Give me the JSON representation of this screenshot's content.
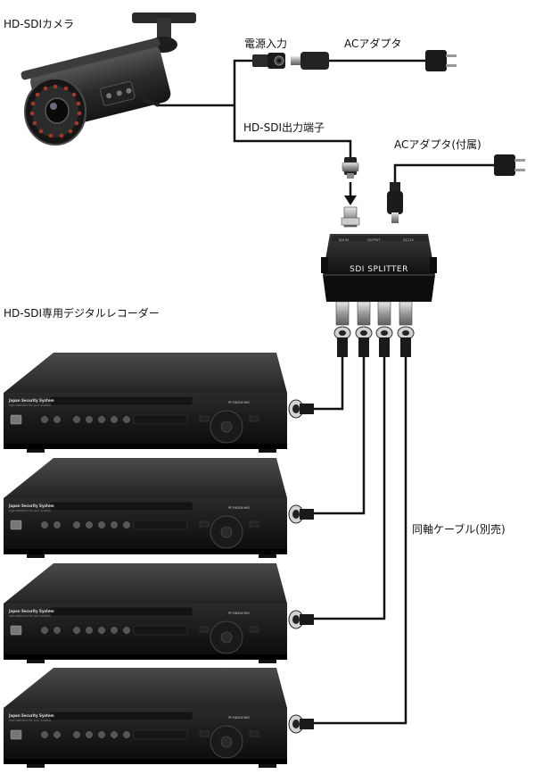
{
  "labels": {
    "camera": "HD-SDIカメラ",
    "power_input": "電源入力",
    "ac_adapter": "ACアダプタ",
    "sdi_output": "HD-SDI出力端子",
    "ac_adapter_included": "ACアダプタ(付属)",
    "recorder_group": "HD-SDI専用デジタルレコーダー",
    "coax_cable": "同軸ケーブル(別売)"
  },
  "splitter": {
    "name": "SDI SPLITTER"
  },
  "recorders": [
    {
      "brand": "Japan Security System",
      "tagline": "high definition for your solution",
      "model": "PF-RN2049HD"
    },
    {
      "brand": "Japan Security System",
      "tagline": "high definition for your solution",
      "model": "PF-RN2049HD"
    },
    {
      "brand": "Japan Security System",
      "tagline": "high definition for your solution",
      "model": "PF-RN2049HD"
    },
    {
      "brand": "Japan Security System",
      "tagline": "high definition for your solution",
      "model": "PF-RN2049HD"
    }
  ],
  "colors": {
    "line": "#111111",
    "device_dark": "#1c1c1c",
    "device_mid": "#3a3a3a",
    "metal": "#b9b9b9",
    "background": "#ffffff"
  }
}
